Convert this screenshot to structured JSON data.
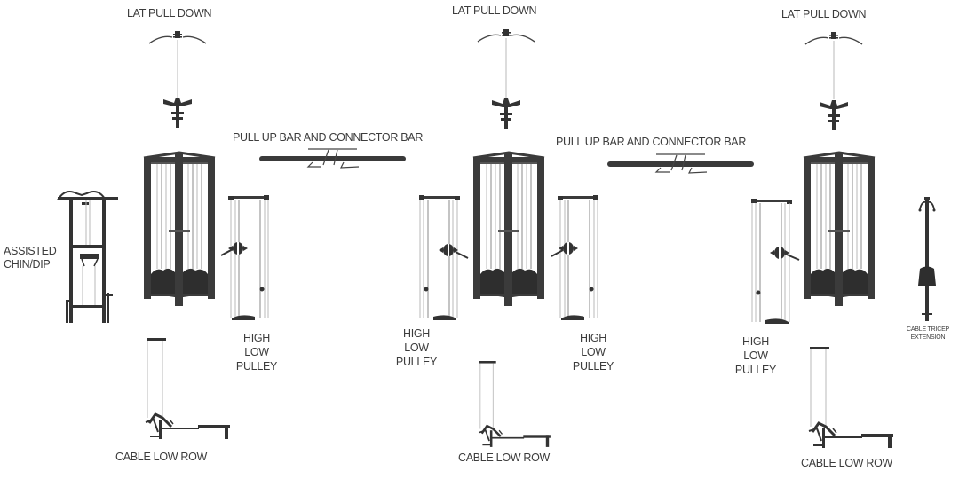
{
  "diagram": {
    "title": "",
    "background": "#ffffff",
    "frame_color": "#3b3b3b",
    "labels": {
      "lat_pull_down_1": "LAT PULL DOWN",
      "lat_pull_down_2": "LAT PULL DOWN",
      "lat_pull_down_3": "LAT PULL DOWN",
      "pull_up_bar_1": "PULL UP BAR AND CONNECTOR BAR",
      "pull_up_bar_2": "PULL UP BAR AND CONNECTOR BAR",
      "assisted_chin_dip": [
        "ASSISTED",
        "CHIN/DIP"
      ],
      "high_low_pulley_1": [
        "HIGH",
        "LOW",
        "PULLEY"
      ],
      "high_low_pulley_2": [
        "HIGH",
        "LOW",
        "PULLEY"
      ],
      "high_low_pulley_3": [
        "HIGH",
        "LOW",
        "PULLEY"
      ],
      "high_low_pulley_4": [
        "HIGH",
        "LOW",
        "PULLEY"
      ],
      "cable_low_row_1": "CABLE LOW ROW",
      "cable_low_row_2": "CABLE LOW ROW",
      "cable_low_row_3": "CABLE LOW ROW",
      "cable_tricep_extension": [
        "CABLE TRICEP",
        "EXTENSION"
      ]
    },
    "components": [
      {
        "name": "Assisted Chin/Dip station",
        "count": 1
      },
      {
        "name": "Multi-stack tower",
        "count": 3
      },
      {
        "name": "Lat Pull Down attachment",
        "count": 3
      },
      {
        "name": "Pull Up Bar and Connector Bar",
        "count": 2
      },
      {
        "name": "High Low Pulley",
        "count": 4
      },
      {
        "name": "Cable Low Row",
        "count": 3
      },
      {
        "name": "Cable Tricep Extension",
        "count": 1
      }
    ]
  }
}
